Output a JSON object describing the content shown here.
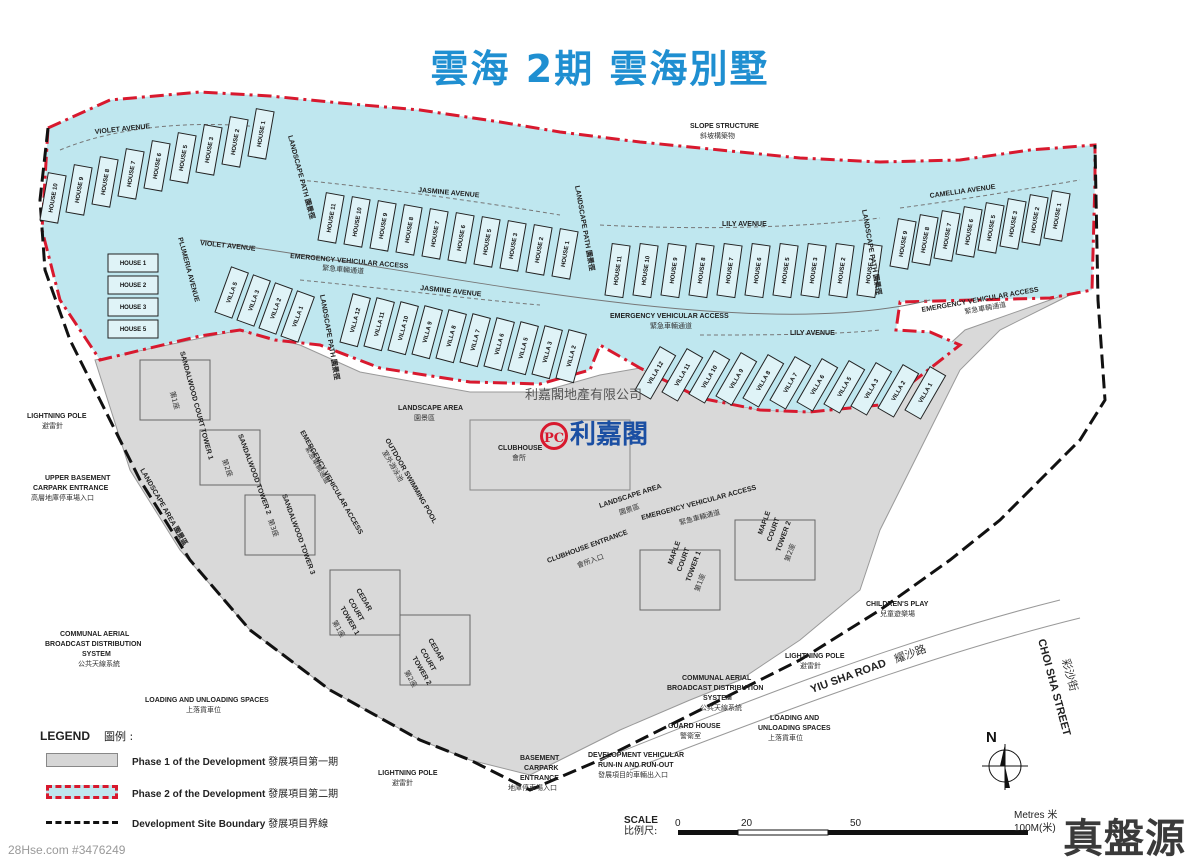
{
  "title": "雲海 2期 雲海別墅",
  "brand": {
    "top_text": "利嘉閣地產有限公司",
    "logo_text": "利嘉閣",
    "logo_badge": "PC",
    "bottom_right": "真盤源",
    "watermark_id": "28Hse.com #3476249"
  },
  "labels": {
    "slope_structure": "SLOPE STRUCTURE",
    "slope_structure_zh": "斜坡構築物",
    "violet_avenue_top": "VIOLET AVENUE",
    "violet_avenue_mid": "VIOLET  AVENUE",
    "jasmine_avenue_top": "JASMINE AVENUE",
    "jasmine_avenue_mid": "JASMINE AVENUE",
    "camellia_avenue": "CAMELLIA  AVENUE",
    "lily_avenue_top": "LILY AVENUE",
    "lily_avenue_bottom": "LILY AVENUE",
    "plumeria_avenue": "PLUMERIA  AVENUE",
    "landscape_path_1": "LANDSCAPE PATH 園景徑",
    "landscape_path_2": "LANDSCAPE PATH 園景徑",
    "landscape_path_3": "LANDSCAPE PATH 園景徑",
    "landscape_path_4": "LANDSCAPE PATH 園景徑",
    "eva_1": "EMERGENCY VEHICULAR ACCESS",
    "eva_1_zh": "緊急車輛通道",
    "eva_2": "EMERGENCY VEHICULAR ACCESS",
    "eva_2_zh": "緊急車輛通道",
    "eva_3": "EMERGENCY VEHICULAR ACCESS",
    "eva_3_zh": "緊急車輛通道",
    "eva_4": "EMERGENCY VEHICULAR ACCESS",
    "eva_4_zh": "緊急車輛通道",
    "eva_5": "EMERGENCY VEHICULAR ACCESS",
    "eva_5_zh": "緊急車輛通道",
    "landscape_area_1": "LANDSCAPE AREA",
    "landscape_area_1_zh": "園景區",
    "landscape_area_2": "LANDSCAPE AREA",
    "landscape_area_2_zh": "園景區",
    "landscape_area_3": "LANDSCAPE AREA 園景區",
    "clubhouse": "CLUBHOUSE",
    "clubhouse_zh": "會所",
    "clubhouse_entrance": "CLUBHOUSE ENTRANCE",
    "clubhouse_entrance_zh": "會所入口",
    "outdoor_pool": "OUTDOOR SWIMMING POOL",
    "outdoor_pool_zh": "室外游泳池",
    "lightning_pole_1": "LIGHTNING POLE",
    "lightning_pole_1_zh": "避雷針",
    "lightning_pole_2": "LIGHTNING POLE",
    "lightning_pole_2_zh": "避雷針",
    "lightning_pole_3": "LIGHTNING POLE",
    "lightning_pole_3_zh": "避雷針",
    "upper_basement_1": "UPPER BASEMENT",
    "upper_basement_2": "CARPARK ENTRANCE",
    "upper_basement_zh": "高層地庫停車場入口",
    "communal_aerial_1a": "COMMUNAL AERIAL",
    "communal_aerial_1b": "BROADCAST DISTRIBUTION",
    "communal_aerial_1c": "SYSTEM",
    "communal_aerial_1_zh": "公共天線系統",
    "communal_aerial_2a": "COMMUNAL AERIAL",
    "communal_aerial_2b": "BROADCAST DISTRIBUTION",
    "communal_aerial_2c": "SYSTEM",
    "communal_aerial_2_zh": "公共天線系統",
    "loading_1": "LOADING AND UNLOADING SPACES",
    "loading_1_zh": "上落貨車位",
    "loading_2a": "LOADING AND",
    "loading_2b": "UNLOADING SPACES",
    "loading_2_zh": "上落貨車位",
    "basement_a": "BASEMENT",
    "basement_b": "CARPARK",
    "basement_c": "ENTRANCE",
    "basement_zh": "地庫停車場入口",
    "dev_vehicular_a": "DEVELOPMENT VEHICULAR",
    "dev_vehicular_b": "RUN-IN AND RUN-OUT",
    "dev_vehicular_zh": "發展項目的車輛出入口",
    "guard_house": "GUARD HOUSE",
    "guard_house_zh": "警衛室",
    "childrens_play": "CHILDREN'S PLAY",
    "childrens_play_zh": "兒童遊樂場",
    "yiu_sha_road": "YIU SHA ROAD",
    "yiu_sha_road_zh": "耀沙路",
    "choi_sha_street": "CHOI SHA STREET",
    "choi_sha_street_zh": "彩沙街",
    "sandalwood_1": "SANDALWOOD COURT TOWER 1",
    "sandalwood_1_zh": "第1座",
    "sandalwood_2": "SANDALWOOD TOWER 2",
    "sandalwood_2_zh": "第2座",
    "sandalwood_3": "SANDALWOOD TOWER 3",
    "sandalwood_3_zh": "第3座",
    "cedar_1a": "CEDAR",
    "cedar_1b": "COURT",
    "cedar_1c": "TOWER 1",
    "cedar_1_zh": "第1座",
    "cedar_2a": "CEDAR",
    "cedar_2b": "COURT",
    "cedar_2c": "TOWER 2",
    "cedar_2_zh": "第2座",
    "maple_1a": "MAPLE",
    "maple_1b": "COURT",
    "maple_1c": "TOWER 1",
    "maple_1_zh": "第1座",
    "maple_2a": "MAPLE",
    "maple_2b": "COURT",
    "maple_2c": "TOWER 2",
    "maple_2_zh": "第2座"
  },
  "houses_top_left": [
    "HOUSE 10",
    "HOUSE 9",
    "HOUSE 8",
    "HOUSE 7",
    "HOUSE 6",
    "HOUSE 5",
    "HOUSE 3",
    "HOUSE 2",
    "HOUSE 1"
  ],
  "houses_jasmine": [
    "HOUSE 11",
    "HOUSE 10",
    "HOUSE 9",
    "HOUSE 8",
    "HOUSE 7",
    "HOUSE 6",
    "HOUSE 5",
    "HOUSE 3",
    "HOUSE 2",
    "HOUSE 1"
  ],
  "houses_lily": [
    "HOUSE 11",
    "HOUSE 10",
    "HOUSE 9",
    "HOUSE 8",
    "HOUSE 7",
    "HOUSE 6",
    "HOUSE 5",
    "HOUSE 3",
    "HOUSE 2",
    "HOUSE 1"
  ],
  "houses_camellia": [
    "HOUSE 9",
    "HOUSE 8",
    "HOUSE 7",
    "HOUSE 6",
    "HOUSE 5",
    "HOUSE 3",
    "HOUSE 2",
    "HOUSE 1"
  ],
  "houses_plumeria": [
    "HOUSE 1",
    "HOUSE 2",
    "HOUSE 3",
    "HOUSE 5"
  ],
  "villas_violet": [
    "VILLA 5",
    "VILLA 3",
    "VILLA 2",
    "VILLA 1"
  ],
  "villas_jasmine": [
    "VILLA 12",
    "VILLA 11",
    "VILLA 10",
    "VILLA 9",
    "VILLA 8",
    "VILLA 7",
    "VILLA 6",
    "VILLA 5",
    "VILLA 3",
    "VILLA 2"
  ],
  "villas_lily": [
    "VILLA 12",
    "VILLA 11",
    "VILLA 10",
    "VILLA 9",
    "VILLA 8",
    "VILLA 7",
    "VILLA 6",
    "VILLA 5",
    "VILLA 3",
    "VILLA 2",
    "VILLA 1"
  ],
  "legend": {
    "title": "LEGEND",
    "title_zh": "圖例 :",
    "phase1": "Phase 1 of the Development",
    "phase1_zh": "發展項目第一期",
    "phase2": "Phase 2 of the Development",
    "phase2_zh": "發展項目第二期",
    "boundary": "Development Site Boundary",
    "boundary_zh": "發展項目界線"
  },
  "scale": {
    "label": "SCALE",
    "label_zh": "比例尺:",
    "ticks": [
      "0",
      "20",
      "50"
    ],
    "metres": "Metres 米",
    "hundred": "100M(米)"
  },
  "north": "N",
  "colors": {
    "phase1": "#d6d6d6",
    "phase2": "#bfe7ef",
    "phase2_border": "#d8192e",
    "boundary": "#111111",
    "title": "#1f8fd1"
  }
}
